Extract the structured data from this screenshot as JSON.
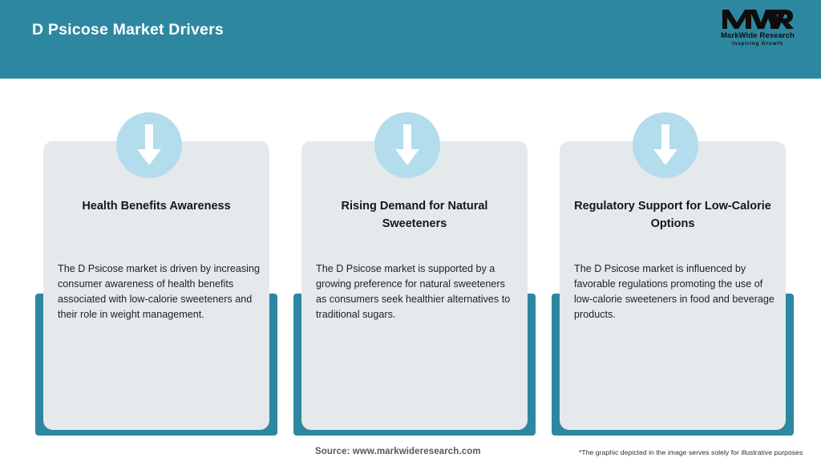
{
  "header": {
    "title": "D Psicose Market Drivers",
    "background_color": "#2e87a0",
    "title_color": "#ffffff"
  },
  "logo": {
    "mark": "MWR",
    "name": "MarkWide Research",
    "tagline": "Inspiring Growth"
  },
  "cards": [
    {
      "icon": "down-arrow-icon",
      "title": "Health Benefits Awareness",
      "body": "The D Psicose market is driven by increasing consumer awareness of health benefits associated with low-calorie sweeteners and their role in weight management."
    },
    {
      "icon": "down-arrow-icon",
      "title": "Rising Demand for Natural Sweeteners",
      "body": "The D Psicose market is supported by a growing preference for natural sweeteners as consumers seek healthier alternatives to traditional sugars."
    },
    {
      "icon": "down-arrow-icon",
      "title": "Regulatory Support for Low-Calorie Options",
      "body": "The D Psicose market is influenced by favorable regulations promoting the use of low-calorie sweeteners in food and beverage products."
    }
  ],
  "footer": {
    "source": "Source: www.markwideresearch.com",
    "note": "*The graphic depicted in the image serves solely for illustrative purposes"
  },
  "theme": {
    "teal": "#2e87a0",
    "card_face": "#e5e9eb",
    "icon_circle": "#b3dced",
    "arrow": "#ffffff",
    "page_background": "#ffffff"
  }
}
